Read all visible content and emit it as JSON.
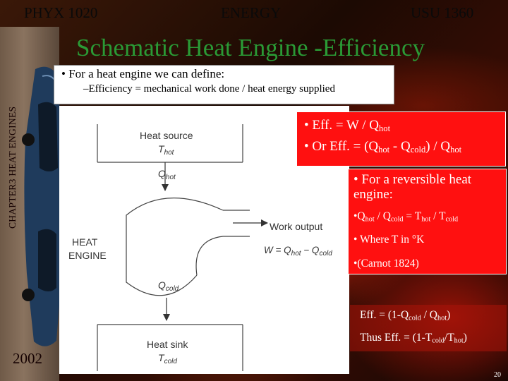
{
  "header": {
    "left": "PHYX 1020",
    "center": "ENERGY",
    "right": "USU 1360"
  },
  "sidebar": {
    "label": "CHAPTER3 HEAT ENGINES",
    "year": "2002"
  },
  "title": "Schematic Heat Engine -Efficiency",
  "intro": {
    "bullet": "• For a heat engine we can define:",
    "sub": "–Efficiency = mechanical work done / heat energy supplied"
  },
  "diagram": {
    "source_label": "Heat source",
    "source_temp_T": "T",
    "source_temp_sub": "hot",
    "qhot_Q": "Q",
    "qhot_sub": "hot",
    "engine_label_1": "HEAT",
    "engine_label_2": "ENGINE",
    "work_label": "Work output",
    "work_eq_W": "W = Q",
    "work_eq_sub1": "hot",
    "work_eq_mid": " − Q",
    "work_eq_sub2": "cold",
    "qcold_Q": "Q",
    "qcold_sub": "cold",
    "sink_label": "Heat sink",
    "sink_temp_T": "T",
    "sink_temp_sub": "cold"
  },
  "efficiency_box": {
    "line1_a": "• Eff. = W / Q",
    "line1_sub": "hot",
    "line2_a": "• Or Eff. = (Q",
    "line2_sub1": "hot",
    "line2_b": " - Q",
    "line2_sub2": "cold",
    "line2_c": ") / Q",
    "line2_sub3": "hot"
  },
  "reversible_box": {
    "title": "• For a reversible heat engine:",
    "ratio_a": "•Q",
    "ratio_sub1": "hot",
    "ratio_b": " / Q",
    "ratio_sub2": "cold",
    "ratio_c": " = T",
    "ratio_sub3": "hot",
    "ratio_d": " / T",
    "ratio_sub4": "cold",
    "kelvin": "• Where T in °K",
    "carnot": "•(Carnot 1824)"
  },
  "calc_box": {
    "line1_a": "Eff. = (1-Q",
    "line1_sub1": "cold",
    "line1_b": " / Q",
    "line1_sub2": "hot",
    "line1_c": ")",
    "line2_a": "Thus Eff. = (1-T",
    "line2_sub1": "cold",
    "line2_b": "/T",
    "line2_sub2": "hot",
    "line2_c": ")"
  },
  "page_number": "20",
  "colors": {
    "title": "#2a9a35",
    "red_box": "#ff1010"
  }
}
